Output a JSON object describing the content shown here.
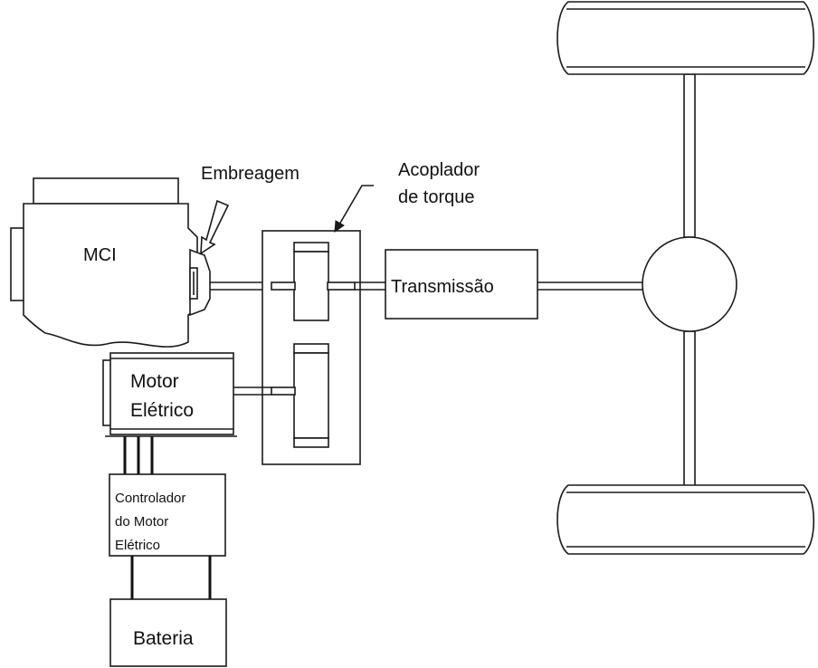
{
  "labels": {
    "engine": "MCI",
    "clutch": "Embreagem",
    "coupler_line1": "Acoplador",
    "coupler_line2": "de torque",
    "transmission": "Transmissão",
    "motor_line1": "Motor",
    "motor_line2": "Elétrico",
    "controller_line1": "Controlador",
    "controller_line2": "do Motor",
    "controller_line3": "Elétrico",
    "battery": "Bateria"
  },
  "colors": {
    "line": "#1a1a1a",
    "background": "#ffffff"
  }
}
